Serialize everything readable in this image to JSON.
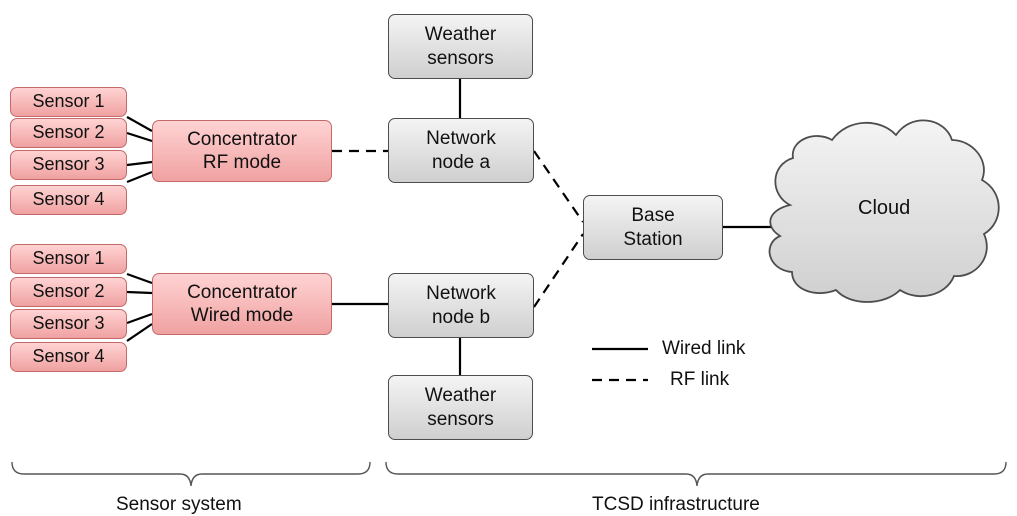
{
  "sensor_system": {
    "group_rf": {
      "sensors": [
        "Sensor 1",
        "Sensor 2",
        "Sensor 3",
        "Sensor 4"
      ],
      "concentrator": [
        "Concentrator",
        "RF mode"
      ]
    },
    "group_wired": {
      "sensors": [
        "Sensor 1",
        "Sensor 2",
        "Sensor 3",
        "Sensor 4"
      ],
      "concentrator": [
        "Concentrator",
        "Wired mode"
      ]
    },
    "caption": "Sensor system"
  },
  "infrastructure": {
    "weather_top": [
      "Weather",
      "sensors"
    ],
    "node_a": [
      "Network",
      "node a"
    ],
    "node_b": [
      "Network",
      "node b"
    ],
    "weather_bottom": [
      "Weather",
      "sensors"
    ],
    "base_station": [
      "Base",
      "Station"
    ],
    "cloud": "Cloud",
    "caption": "TCSD infrastructure"
  },
  "legend": {
    "wired": "Wired link",
    "rf": "RF link"
  }
}
